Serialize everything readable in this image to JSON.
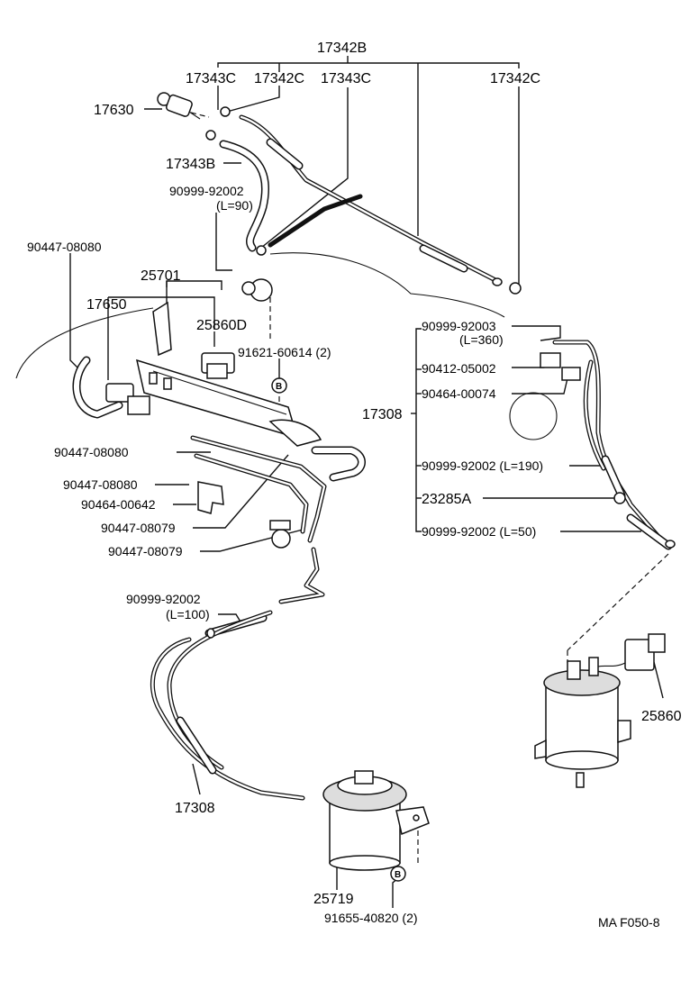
{
  "diagram": {
    "labels": {
      "p17342B": "17342B",
      "p17343C_a": "17343C",
      "p17342C_a": "17342C",
      "p17343C_b": "17343C",
      "p17342C_b": "17342C",
      "p17630": "17630",
      "p17343B": "17343B",
      "p90999_92002_a": "90999-92002",
      "len_90": "(L=90)",
      "p90447_08080_a": "90447-08080",
      "p25701": "25701",
      "p17650": "17650",
      "p25860D": "25860D",
      "p91621": "91621-60614 (2)",
      "p90999_92003": "90999-92003",
      "len_360": "(L=360)",
      "p90412": "90412-05002",
      "p90464_00074": "90464-00074",
      "p17308_a": "17308",
      "p90999_92002_190": "90999-92002 (L=190)",
      "p23285A": "23285A",
      "p90999_92002_50": "90999-92002 (L=50)",
      "p90447_08080_b": "90447-08080",
      "p90447_08080_c": "90447-08080",
      "p90464_00642": "90464-00642",
      "p90447_08079_a": "90447-08079",
      "p90447_08079_b": "90447-08079",
      "p90999_92002_c": "90999-92002",
      "len_100": "(L=100)",
      "p17308_b": "17308",
      "p25860": "25860",
      "p25719": "25719",
      "p91655": "91655-40820 (2)",
      "drawing_code": "MA F050-8"
    },
    "ref_mark": "B"
  }
}
